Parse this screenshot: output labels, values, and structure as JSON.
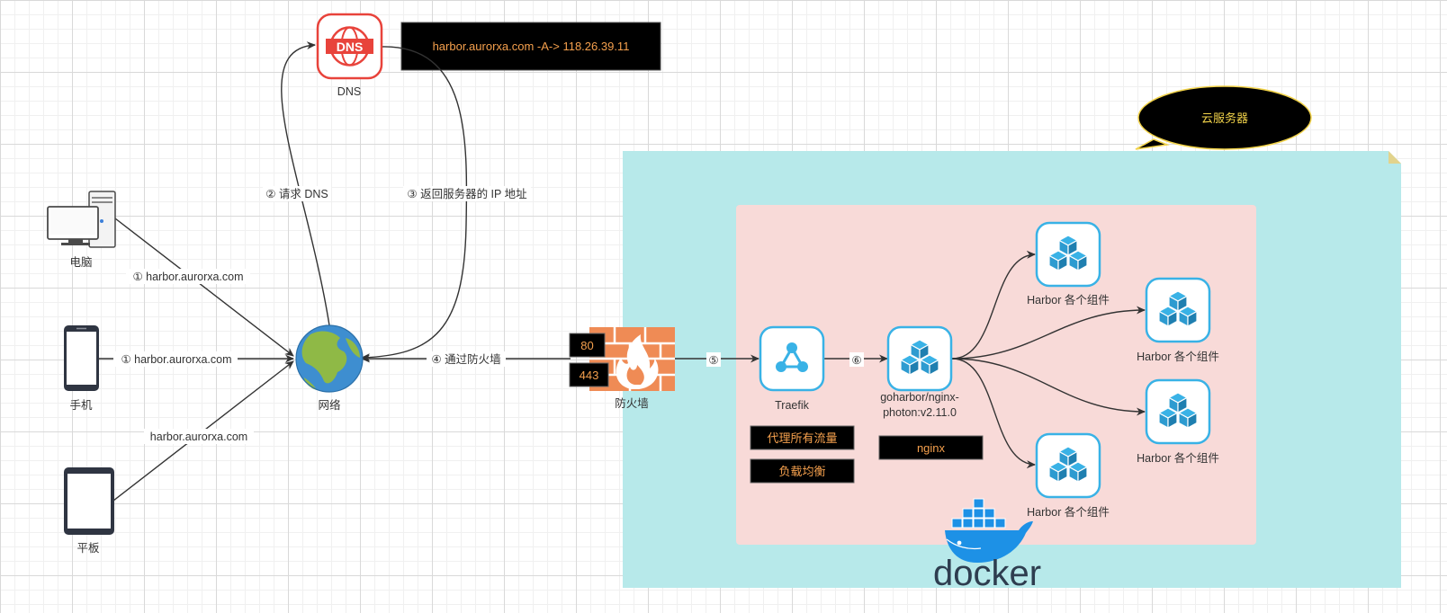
{
  "dns": {
    "label": "DNS",
    "record": "harbor.aurorxa.com -A-> 118.26.39.11",
    "logo_text": "DNS"
  },
  "cloud_callout": "云服务器",
  "devices": [
    {
      "label": "电脑",
      "icon": "desktop-computer-icon",
      "edge_label": "① harbor.aurorxa.com"
    },
    {
      "label": "手机",
      "icon": "mobile-phone-icon",
      "edge_label": "① harbor.aurorxa.com"
    },
    {
      "label": "平板",
      "icon": "tablet-icon",
      "edge_label": "harbor.aurorxa.com"
    }
  ],
  "network": {
    "label": "网络",
    "icon": "globe-icon"
  },
  "edges": {
    "request_dns": "② 请求 DNS",
    "return_ip": "③ 返回服务器的 IP 地址",
    "via_firewall": "④ 通过防火墙",
    "to_traefik": "⑤",
    "to_nginx": "⑥"
  },
  "firewall": {
    "label": "防火墙",
    "ports": [
      "80",
      "443"
    ],
    "icon": "firewall-icon"
  },
  "traefik": {
    "label": "Traefik",
    "notes": [
      "代理所有流量",
      "负载均衡"
    ],
    "icon": "traefik-icon"
  },
  "nginx": {
    "label_line1": "goharbor/nginx-",
    "label_line2": "photon:v2.11.0",
    "note": "nginx",
    "icon": "container-cube-icon"
  },
  "harbor_components": [
    "Harbor 各个组件",
    "Harbor 各个组件",
    "Harbor 各个组件",
    "Harbor 各个组件"
  ],
  "docker": {
    "logo_text": "docker",
    "icon": "docker-whale-icon"
  },
  "colors": {
    "cloud_bg": "#b7e9ea",
    "inner_bg": "#f8dad8",
    "accent_orange": "#f5a04d",
    "icon_blue": "#39b2e6",
    "dns_red": "#e8433b",
    "firewall": "#ef8b55",
    "docker_blue": "#1d91e6"
  }
}
